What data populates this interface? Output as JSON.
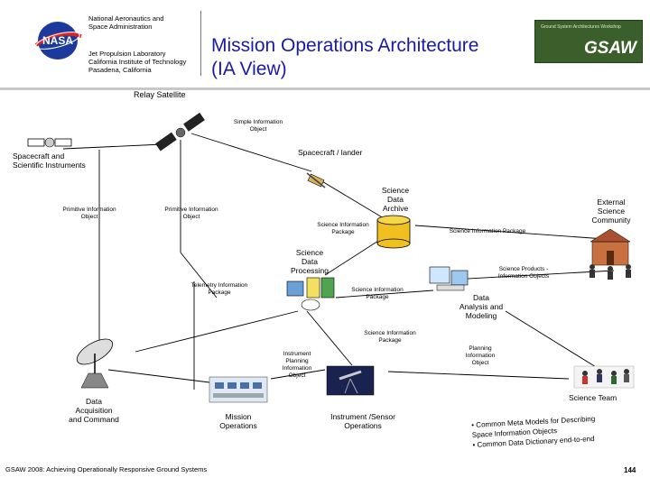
{
  "header": {
    "org_line1": "National Aeronautics and",
    "org_line2": "Space Administration",
    "lab_line1": "Jet Propulsion Laboratory",
    "lab_line2": "California Institute of Technology",
    "lab_line3": "Pasadena, California",
    "title_line1": "Mission Operations Architecture",
    "title_line2": "(IA View)",
    "logo_left": "NASA",
    "logo_right": "GSAW",
    "logo_right_small": "Ground System Architectures Workshop"
  },
  "nodes": {
    "relay": "Relay Satellite",
    "spacecraft_instruments": [
      "Spacecraft and",
      "Scientific Instruments"
    ],
    "spacecraft_lander": "Spacecraft / lander",
    "science_archive": [
      "Science",
      "Data",
      "Archive"
    ],
    "external_community": [
      "External",
      "Science",
      "Community"
    ],
    "science_processing": [
      "Science",
      "Data",
      "Processing"
    ],
    "data_analysis": [
      "Data",
      "Analysis and",
      "Modeling"
    ],
    "data_acquisition": [
      "Data",
      "Acquisition",
      "and Command"
    ],
    "mission_ops": [
      "Mission",
      "Operations"
    ],
    "instrument_ops": [
      "Instrument /Sensor",
      "Operations"
    ],
    "science_team": "Science Team"
  },
  "flows": {
    "simple_info": [
      "Simple Information",
      "Object"
    ],
    "primitive_left": [
      "Primitive Information",
      "Object"
    ],
    "primitive_mid": [
      "Primitive Information",
      "Object"
    ],
    "sip_archive": [
      "Science Information",
      "Package"
    ],
    "sip_external": "Science Information Package",
    "science_products": [
      "Science Products -",
      "Information Objects"
    ],
    "telemetry": [
      "Telemetry Information",
      "Package"
    ],
    "sip_processing": [
      "Science Information",
      "Package"
    ],
    "sip_team": [
      "Science Information",
      "Package"
    ],
    "instrument_planning": [
      "Instrument",
      "Planning",
      "Information",
      "Object"
    ],
    "planning_info": [
      "Planning",
      "Information",
      "Object"
    ]
  },
  "bullets": [
    "• Common Meta Models for Describing",
    "Space Information Objects",
    "• Common Data Dictionary end-to-end"
  ],
  "footer": "GSAW 2008: Achieving Operationally Responsive Ground Systems",
  "page_number": "144",
  "colors": {
    "title": "#1a1aa6",
    "line": "#000000",
    "archive": "#f0c020",
    "gsaw_bg": "#3a5f2a"
  }
}
